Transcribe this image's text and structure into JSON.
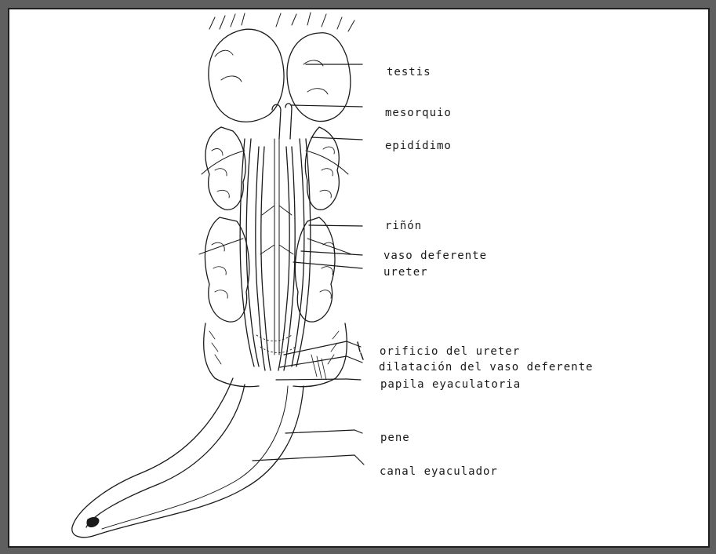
{
  "labels": {
    "testis": "testis",
    "mesorquio": "mesorquio",
    "epididimo": "epidídimo",
    "rinon": "riñón",
    "vaso_deferente": "vaso deferente",
    "ureter": "ureter",
    "orificio_ureter": "orificio del ureter",
    "dilatacion": "dilatación del vaso deferente",
    "papila": "papila eyaculatoria",
    "pene": "pene",
    "canal": "canal eyaculador"
  },
  "colors": {
    "frame": "#5f5f5f",
    "ink": "#1a1a1a",
    "paper": "#ffffff"
  }
}
